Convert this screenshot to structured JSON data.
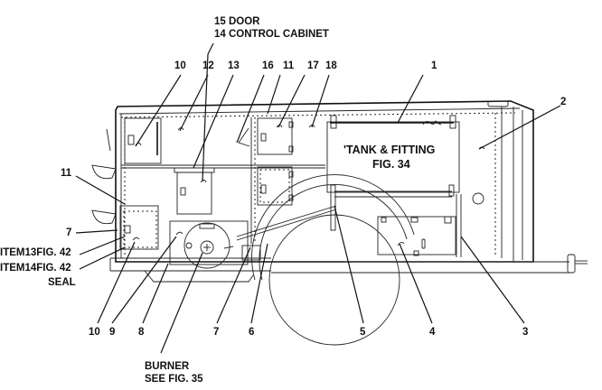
{
  "figure": {
    "subject": "Trailer-mounted unit, side view with callouts",
    "top_labels": {
      "door": "15 DOOR",
      "control_cabinet": "14 CONTROL CABINET",
      "n10": "10",
      "n12": "12",
      "n13": "13",
      "n16": "16",
      "n11": "11",
      "n17": "17",
      "n18": "18",
      "n1": "1",
      "n2": "2"
    },
    "tank_label": {
      "line1": "'TANK & FITTING",
      "line2": "FIG. 34"
    },
    "left_labels": {
      "n11": "11",
      "n7": "7",
      "item13": "ITEM13FIG. 42",
      "item14": "ITEM14FIG. 42",
      "seal": "SEAL"
    },
    "bottom_labels": {
      "n10": "10",
      "n9": "9",
      "n8": "8",
      "n7": "7",
      "n6": "6",
      "n5": "5",
      "n4": "4",
      "n3": "3",
      "burner_line1": "BURNER",
      "burner_line2": "SEE FIG. 35"
    }
  }
}
